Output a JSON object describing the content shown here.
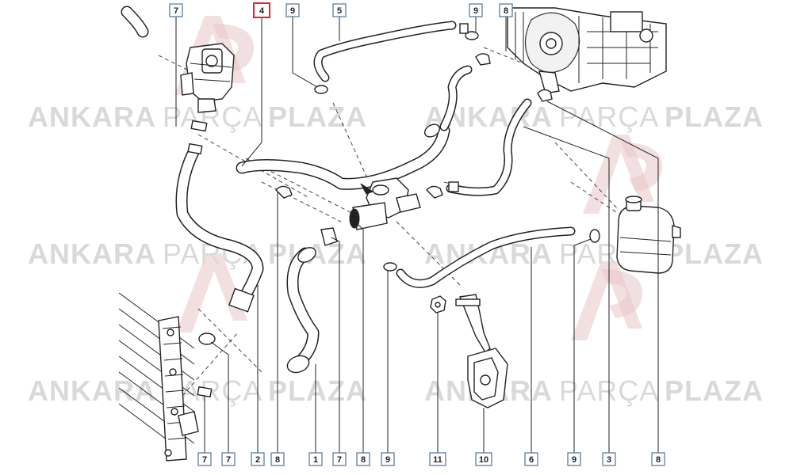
{
  "watermark": {
    "word1": "ANKARA",
    "word2": "PARÇA",
    "word3": "PLAZA"
  },
  "callouts": [
    {
      "id": "c-top-7",
      "label": "7",
      "highlight": false
    },
    {
      "id": "c-top-4",
      "label": "4",
      "highlight": true
    },
    {
      "id": "c-top-9a",
      "label": "9",
      "highlight": false
    },
    {
      "id": "c-top-5",
      "label": "5",
      "highlight": false
    },
    {
      "id": "c-top-9b",
      "label": "9",
      "highlight": false
    },
    {
      "id": "c-top-8",
      "label": "8",
      "highlight": false
    },
    {
      "id": "c-bot-7a",
      "label": "7",
      "highlight": false
    },
    {
      "id": "c-bot-7b",
      "label": "7",
      "highlight": false
    },
    {
      "id": "c-bot-2",
      "label": "2",
      "highlight": false
    },
    {
      "id": "c-bot-8a",
      "label": "8",
      "highlight": false
    },
    {
      "id": "c-bot-1",
      "label": "1",
      "highlight": false
    },
    {
      "id": "c-bot-7c",
      "label": "7",
      "highlight": false
    },
    {
      "id": "c-bot-8b",
      "label": "8",
      "highlight": false
    },
    {
      "id": "c-bot-9a",
      "label": "9",
      "highlight": false
    },
    {
      "id": "c-bot-11",
      "label": "11",
      "highlight": false
    },
    {
      "id": "c-bot-10",
      "label": "10",
      "highlight": false
    },
    {
      "id": "c-bot-6",
      "label": "6",
      "highlight": false
    },
    {
      "id": "c-bot-9b",
      "label": "9",
      "highlight": false
    },
    {
      "id": "c-bot-3",
      "label": "3",
      "highlight": false
    },
    {
      "id": "c-bot-8c",
      "label": "8",
      "highlight": false
    }
  ],
  "colors": {
    "highlight": "#e0252b",
    "callout_border": "#5a7ea6",
    "watermark": "#d9d9d9",
    "line": "#222222"
  }
}
